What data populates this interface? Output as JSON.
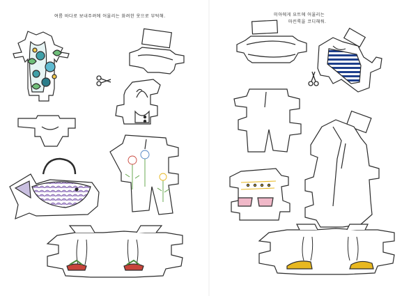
{
  "captions": {
    "left": "여름 바다로 보내주려에 어울리는 화려한 옷으로 부탁해.",
    "right_line1": "미아에게 요트에 어울리는",
    "right_line2": "마린룩을 코디해줘."
  },
  "colors": {
    "outline": "#2b2b2b",
    "shirt_pattern": "#3fa0a8",
    "stripes": "#1e3f8c",
    "bag_purple": "#8a6fb5",
    "sandal_red": "#c8453a",
    "sandal_green": "#4a8a3a",
    "shoe_yellow": "#e8b820",
    "shorts_pink": "#f0b8c8",
    "flower_green": "#5aa040"
  },
  "icons": [
    "scissors-icon",
    "scissors-icon"
  ]
}
